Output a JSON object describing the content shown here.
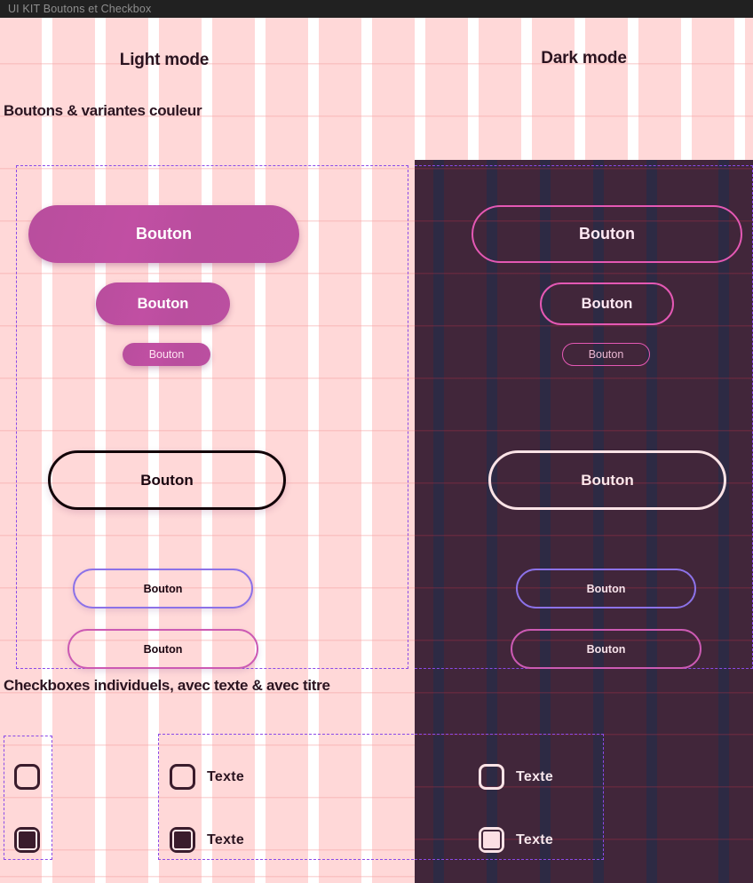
{
  "window": {
    "title": "UI KIT Boutons et Checkbox"
  },
  "columns": {
    "light_label": "Light mode",
    "dark_label": "Dark mode"
  },
  "sections": {
    "buttons_title": "Boutons & variantes couleur",
    "checkboxes_title": "Checkboxes individuels, avec texte & avec titre"
  },
  "buttons": {
    "light": {
      "filled_large": "Bouton",
      "filled_medium": "Bouton",
      "filled_small": "Bouton",
      "outline_black": "Bouton",
      "outline_violet": "Bouton",
      "outline_magenta": "Bouton"
    },
    "dark": {
      "outline_pink_large": "Bouton",
      "outline_pink_medium": "Bouton",
      "outline_pink_small": "Bouton",
      "outline_white": "Bouton",
      "outline_violet": "Bouton",
      "outline_magenta": "Bouton"
    }
  },
  "checkboxes": {
    "light_plain_unchecked": "",
    "light_plain_checked": "",
    "light_text_unchecked": "Texte",
    "light_text_checked": "Texte",
    "dark_text_unchecked": "Texte",
    "dark_text_checked": "Texte"
  },
  "colors": {
    "titlebar_bg": "#212121",
    "titlebar_text": "#8e8e8e",
    "light_bg": "#ffd6d6",
    "dark_panel_bg": "#41263a",
    "accent_magenta": "#bb4fa0",
    "accent_pink_border": "#e458b4",
    "accent_violet": "#8c72e8",
    "accent_magenta_border": "#cc5ab3",
    "dashed_guide": "#8b4ae8",
    "ink": "#2b1420",
    "cream": "#fbe3e6"
  }
}
